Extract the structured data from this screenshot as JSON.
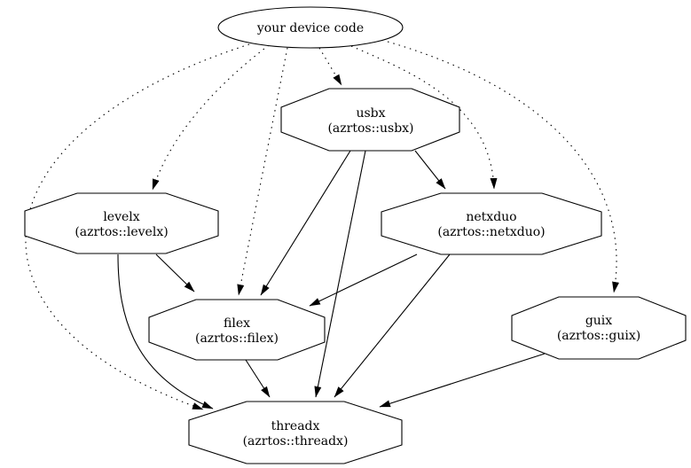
{
  "diagram": {
    "type": "dependency-graph",
    "background_color": "#ffffff",
    "line_color": "#000000",
    "text_color": "#000000",
    "nodes": {
      "device": {
        "label": "your device code",
        "sublabel": "",
        "shape": "ellipse"
      },
      "usbx": {
        "label": "usbx",
        "sublabel": "(azrtos::usbx)",
        "shape": "octagon"
      },
      "levelx": {
        "label": "levelx",
        "sublabel": "(azrtos::levelx)",
        "shape": "octagon"
      },
      "netxduo": {
        "label": "netxduo",
        "sublabel": "(azrtos::netxduo)",
        "shape": "octagon"
      },
      "filex": {
        "label": "filex",
        "sublabel": "(azrtos::filex)",
        "shape": "octagon"
      },
      "guix": {
        "label": "guix",
        "sublabel": "(azrtos::guix)",
        "shape": "octagon"
      },
      "threadx": {
        "label": "threadx",
        "sublabel": "(azrtos::threadx)",
        "shape": "octagon"
      }
    },
    "edges": [
      {
        "from": "device",
        "to": "usbx",
        "style": "dotted"
      },
      {
        "from": "device",
        "to": "levelx",
        "style": "dotted"
      },
      {
        "from": "device",
        "to": "netxduo",
        "style": "dotted"
      },
      {
        "from": "device",
        "to": "filex",
        "style": "dotted"
      },
      {
        "from": "device",
        "to": "guix",
        "style": "dotted"
      },
      {
        "from": "device",
        "to": "threadx",
        "style": "dotted"
      },
      {
        "from": "usbx",
        "to": "netxduo",
        "style": "solid"
      },
      {
        "from": "usbx",
        "to": "filex",
        "style": "solid"
      },
      {
        "from": "usbx",
        "to": "threadx",
        "style": "solid"
      },
      {
        "from": "levelx",
        "to": "filex",
        "style": "solid"
      },
      {
        "from": "levelx",
        "to": "threadx",
        "style": "solid"
      },
      {
        "from": "netxduo",
        "to": "filex",
        "style": "solid"
      },
      {
        "from": "netxduo",
        "to": "threadx",
        "style": "solid"
      },
      {
        "from": "filex",
        "to": "threadx",
        "style": "solid"
      },
      {
        "from": "guix",
        "to": "threadx",
        "style": "solid"
      }
    ]
  }
}
